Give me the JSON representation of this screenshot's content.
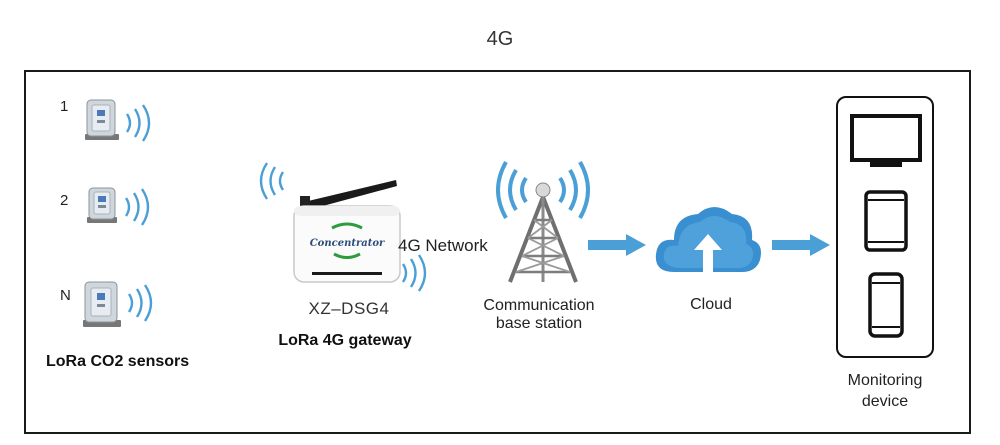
{
  "title": "4G",
  "sensors": {
    "items": [
      {
        "label": "1"
      },
      {
        "label": "2"
      },
      {
        "label": "N"
      }
    ],
    "caption": "LoRa CO2 sensors"
  },
  "gateway": {
    "device_text": "Concentrator",
    "model": "XZ–DSG4",
    "caption": "LoRa 4G gateway"
  },
  "network_label": "4G Network",
  "base_station": {
    "caption_line1": "Communication",
    "caption_line2": "base station"
  },
  "cloud": {
    "caption": "Cloud"
  },
  "monitoring": {
    "caption_line1": "Monitoring",
    "caption_line2": "device"
  },
  "colors": {
    "accent_blue": "#4a9fd6",
    "arrow_blue": "#4a9fd6",
    "cloud_blue": "#3a8fd0",
    "frame": "#1a1a1a"
  },
  "icons": [
    "sensor-icon",
    "signal-waves-icon",
    "gateway-icon",
    "tower-icon",
    "arrow-right-icon",
    "cloud-upload-icon",
    "monitor-icon",
    "tablet-icon",
    "phone-icon"
  ]
}
